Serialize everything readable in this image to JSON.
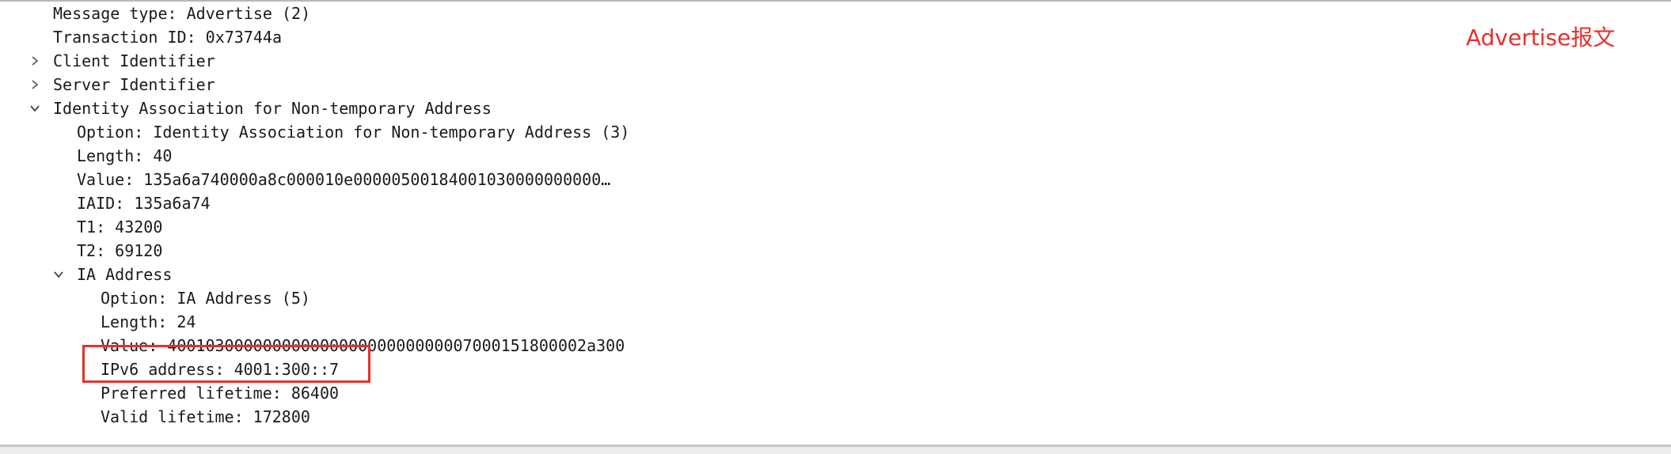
{
  "tree": {
    "message_type": "Message type: Advertise (2)",
    "transaction_id": "Transaction ID: 0x73744a",
    "client_identifier": "Client Identifier",
    "server_identifier": "Server Identifier",
    "ia_na": {
      "label": "Identity Association for Non-temporary Address",
      "option": "Option: Identity Association for Non-temporary Address (3)",
      "length": "Length: 40",
      "value": "Value: 135a6a740000a8c000010e00000500184001030000000000…",
      "iaid": "IAID: 135a6a74",
      "t1": "T1: 43200",
      "t2": "T2: 69120",
      "ia_address": {
        "label": "IA Address",
        "option": "Option: IA Address (5)",
        "length": "Length: 24",
        "value": "Value: 40010300000000000000000000000007000151800002a300",
        "ipv6_address": "IPv6 address: 4001:300::7",
        "preferred_lifetime": "Preferred lifetime: 86400",
        "valid_lifetime": "Valid lifetime: 172800"
      }
    }
  },
  "annotation": {
    "text": "Advertise报文",
    "color": "#e8302a"
  },
  "icons": {
    "collapsed": "chevron-right-icon",
    "expanded": "chevron-down-icon"
  }
}
